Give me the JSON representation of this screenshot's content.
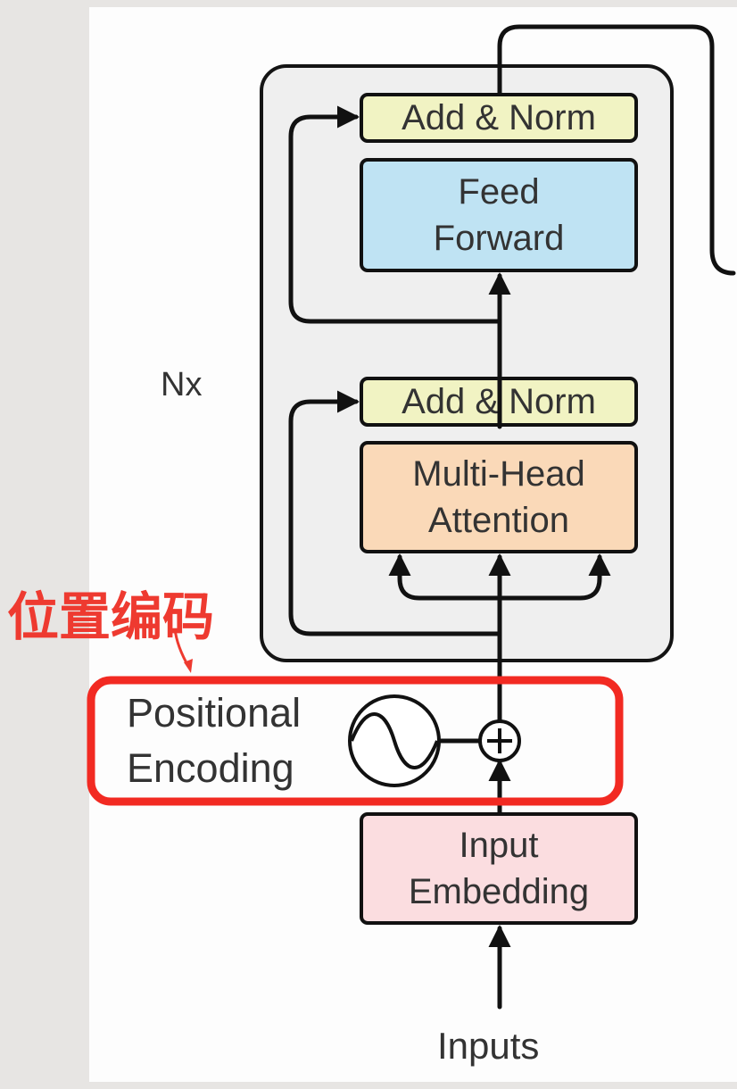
{
  "blocks": {
    "add_norm_top": "Add & Norm",
    "feed_forward": [
      "Feed",
      "Forward"
    ],
    "add_norm_bottom": "Add & Norm",
    "multi_head_attention": [
      "Multi-Head",
      "Attention"
    ],
    "input_embedding": [
      "Input",
      "Embedding"
    ]
  },
  "repeat_label": "Nx",
  "positional_encoding": [
    "Positional",
    "Encoding"
  ],
  "inputs_label": "Inputs",
  "annotation": "位置编码",
  "colors": {
    "add_norm": "#f1f3c3",
    "feed_forward": "#bfe3f3",
    "multi_head_attention": "#fad9b8",
    "input_embedding": "#fbdde0",
    "highlight": "#f22a22",
    "annotation": "#ee3a30"
  },
  "icons": [
    "sine-wave-icon",
    "add-circle-icon"
  ]
}
